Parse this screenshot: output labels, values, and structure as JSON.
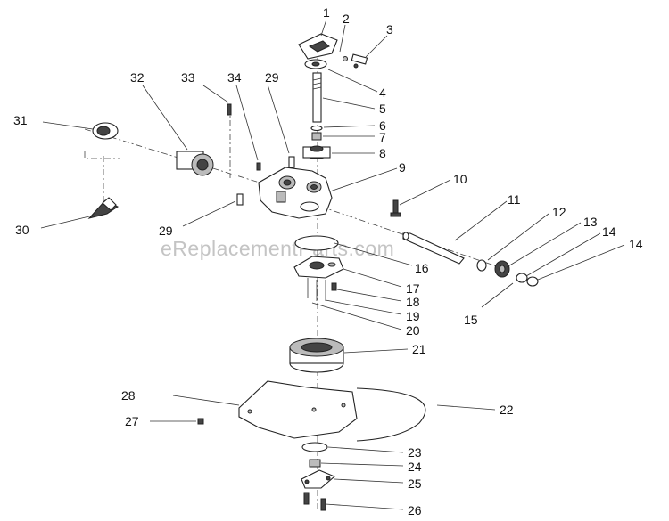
{
  "watermark": "eReplacementParts.com",
  "callouts": [
    "1",
    "2",
    "3",
    "4",
    "5",
    "6",
    "7",
    "8",
    "9",
    "10",
    "11",
    "12",
    "13",
    "14",
    "14",
    "15",
    "16",
    "17",
    "18",
    "19",
    "20",
    "21",
    "22",
    "23",
    "24",
    "25",
    "26",
    "27",
    "28",
    "29",
    "29",
    "30",
    "31",
    "32",
    "33",
    "34"
  ]
}
